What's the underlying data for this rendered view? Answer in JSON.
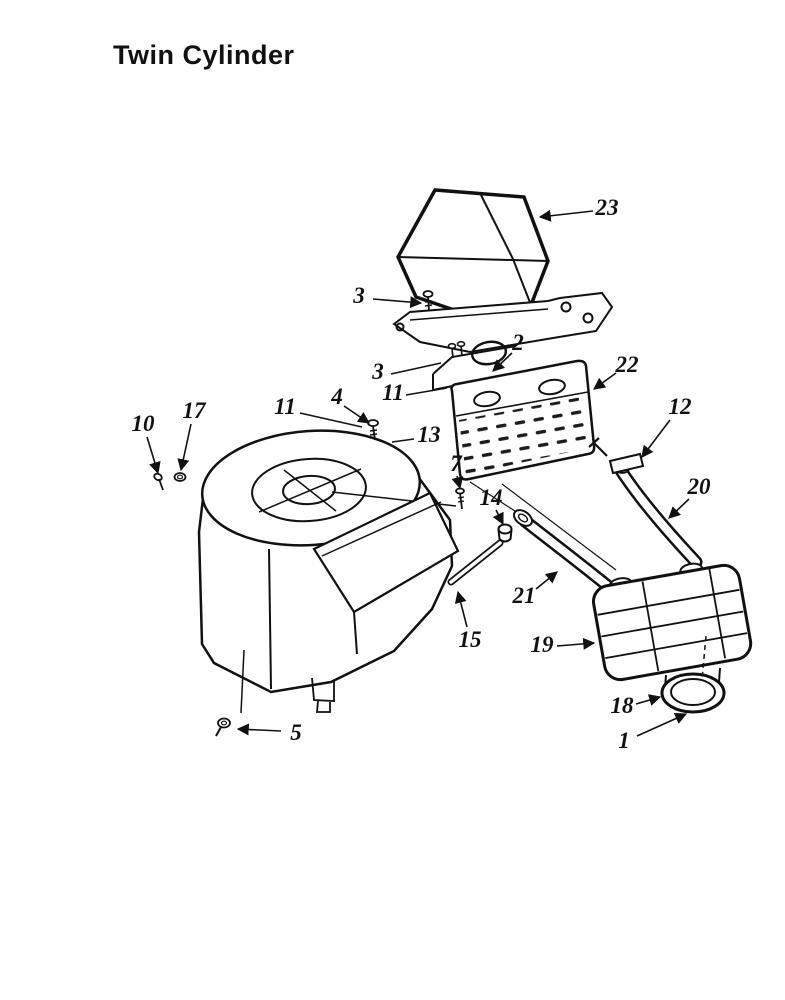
{
  "page": {
    "title": "Twin Cylinder"
  },
  "diagram": {
    "colors": {
      "ink": "#111111",
      "background": "#ffffff"
    },
    "callouts": [
      {
        "id": "23",
        "label": "23"
      },
      {
        "id": "3-shield",
        "label": "3"
      },
      {
        "id": "2",
        "label": "2"
      },
      {
        "id": "3-manifold",
        "label": "3"
      },
      {
        "id": "11-manifold",
        "label": "11"
      },
      {
        "id": "22",
        "label": "22"
      },
      {
        "id": "4",
        "label": "4"
      },
      {
        "id": "10",
        "label": "10"
      },
      {
        "id": "17",
        "label": "17"
      },
      {
        "id": "11-engine",
        "label": "11"
      },
      {
        "id": "13",
        "label": "13"
      },
      {
        "id": "12",
        "label": "12"
      },
      {
        "id": "7",
        "label": "7"
      },
      {
        "id": "20",
        "label": "20"
      },
      {
        "id": "14",
        "label": "14"
      },
      {
        "id": "21",
        "label": "21"
      },
      {
        "id": "15",
        "label": "15"
      },
      {
        "id": "19",
        "label": "19"
      },
      {
        "id": "18",
        "label": "18"
      },
      {
        "id": "5",
        "label": "5"
      },
      {
        "id": "1",
        "label": "1"
      }
    ]
  }
}
